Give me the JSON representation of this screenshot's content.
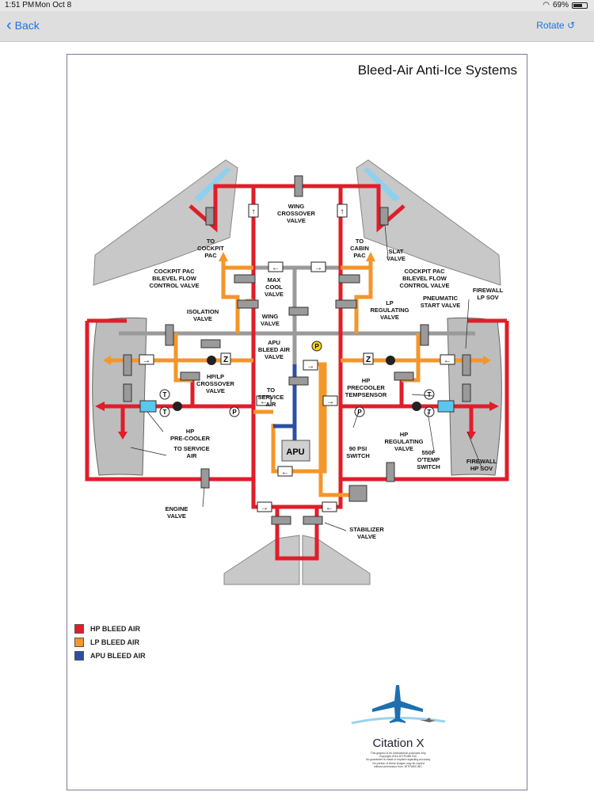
{
  "status_bar": {
    "time": "1:51 PM",
    "date": "Mon Oct 8",
    "battery": "69%",
    "battery_level": 0.69
  },
  "nav": {
    "back_label": "Back",
    "rotate_label": "Rotate ↺"
  },
  "diagram": {
    "title": "Bleed-Air Anti-Ice Systems",
    "labels": {
      "wing_crossover_valve": [
        "WING",
        "CROSSOVER",
        "VALVE"
      ],
      "to_cockpit_pac": [
        "TO",
        "COCKPIT",
        "PAC"
      ],
      "to_cabin_pac": [
        "TO",
        "CABIN",
        "PAC"
      ],
      "slat_valve": [
        "SLAT",
        "VALVE"
      ],
      "cockpit_pac_bilevel_left": [
        "COCKPIT PAC",
        "BILEVEL FLOW",
        "CONTROL VALVE"
      ],
      "cockpit_pac_bilevel_right": [
        "COCKPIT PAC",
        "BILEVEL FLOW",
        "CONTROL VALVE"
      ],
      "max_cool_valve": [
        "MAX",
        "COOL",
        "VALVE"
      ],
      "firewall_lp_sov": [
        "FIREWALL",
        "LP SOV"
      ],
      "pneumatic_start_valve": [
        "PNEUMATIC",
        "START VALVE"
      ],
      "lp_regulating_valve": [
        "LP",
        "REGULATING",
        "VALVE"
      ],
      "isolation_valve": [
        "ISOLATION",
        "VALVE"
      ],
      "wing_valve": [
        "WING",
        "VALVE"
      ],
      "apu_bleed_air_valve": [
        "APU",
        "BLEED AIR",
        "VALVE"
      ],
      "hp_lp_crossover_valve": [
        "HP/LP",
        "CROSSOVER",
        "VALVE"
      ],
      "hp_precooler_tempsensor": [
        "HP",
        "PRECOOLER",
        "TEMPSENSOR"
      ],
      "to_service_air_center": [
        "TO",
        "SERVICE",
        "AIR"
      ],
      "hp_pre_cooler": [
        "HP",
        "PRE-COOLER"
      ],
      "to_service_air_left": [
        "TO SERVICE",
        "AIR"
      ],
      "psi_switch": [
        "90 PSI",
        "SWITCH"
      ],
      "hp_regulating_valve": [
        "HP",
        "REGULATING",
        "VALVE"
      ],
      "otemp_switch": [
        "550F",
        "O'TEMP",
        "SWITCH"
      ],
      "firewall_hp_sov": [
        "FIREWALL",
        "HP SOV"
      ],
      "engine_valve": [
        "ENGINE",
        "VALVE"
      ],
      "stabilizer_valve": [
        "STABILIZER",
        "VALVE"
      ],
      "apu_box": "APU",
      "sensor_t": "T",
      "sensor_p": "P",
      "z_box": "Z"
    },
    "colors": {
      "hp_bleed": "#e11d2a",
      "lp_bleed": "#f4962a",
      "apu_bleed": "#2c4fa3",
      "crossfeed_gray": "#9a9a9a",
      "wing_gray": "#c8c8c8"
    },
    "legend": [
      {
        "label": "HP BLEED AIR",
        "color": "#e11d2a"
      },
      {
        "label": "LP BLEED AIR",
        "color": "#f4962a"
      },
      {
        "label": "APU BLEED AIR",
        "color": "#2c4fa3"
      }
    ],
    "brand": {
      "name": "Citation X",
      "disclaimer": [
        "This graphic is for instructional purposes only.",
        "Copyright 2016 JETPUBS INC.",
        "No guarantee is made or implied regarding accuracy.",
        "No portion of these images may be copied",
        "without permission from JETPUBS INC."
      ]
    }
  }
}
